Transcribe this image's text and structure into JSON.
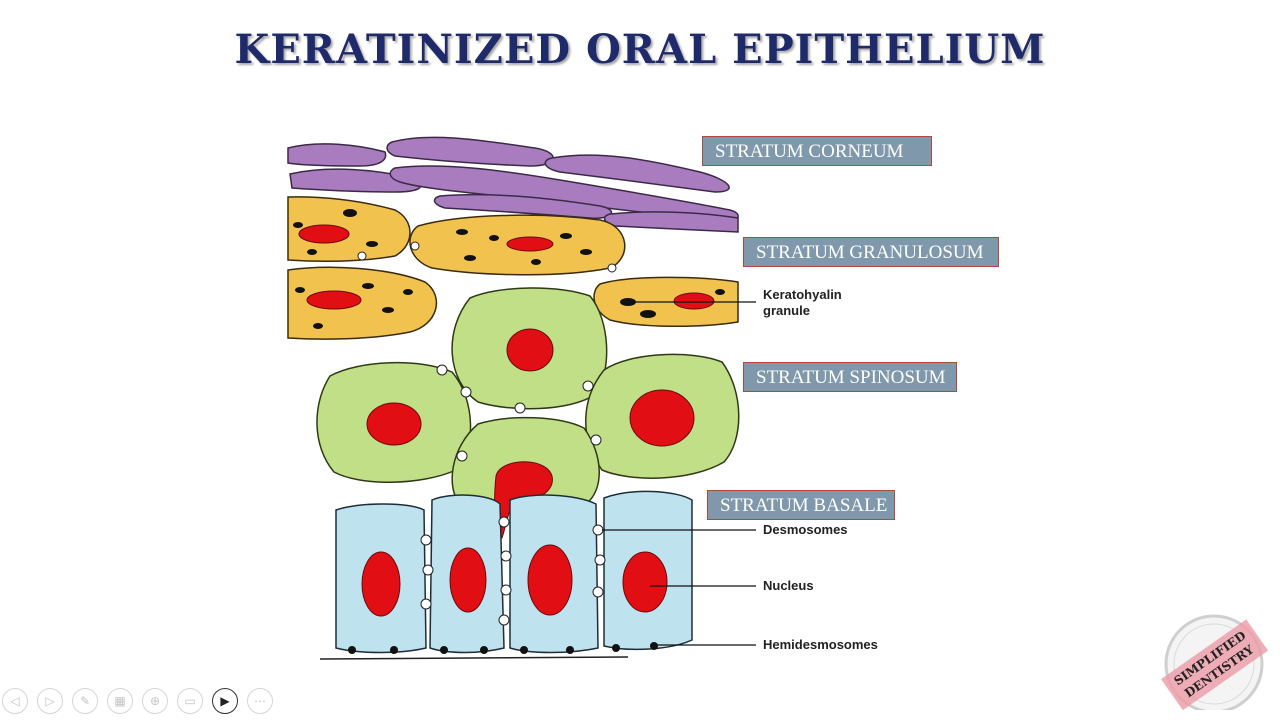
{
  "title": "KERATINIZED ORAL EPITHELIUM",
  "layers": {
    "corneum": "STRATUM CORNEUM",
    "granulosum": "STRATUM GRANULOSUM",
    "spinosum": "STRATUM SPINOSUM",
    "basale": "STRATUM BASALE"
  },
  "callouts": {
    "keratohyalin_line1": "Keratohyalin",
    "keratohyalin_line2": "granule",
    "desmosomes": "Desmosomes",
    "nucleus": "Nucleus",
    "hemidesmosomes": "Hemidesmosomes"
  },
  "logo": {
    "line1": "SIMPLIFIED",
    "line2": "DENTISTRY"
  },
  "controls": [
    {
      "icon": "previous-icon",
      "glyph": "◁"
    },
    {
      "icon": "next-icon",
      "glyph": "▷"
    },
    {
      "icon": "pen-icon",
      "glyph": "✎"
    },
    {
      "icon": "slides-grid-icon",
      "glyph": "▦"
    },
    {
      "icon": "zoom-icon",
      "glyph": "⊕"
    },
    {
      "icon": "subtitles-icon",
      "glyph": "▭"
    },
    {
      "icon": "camera-icon",
      "glyph": "▶"
    },
    {
      "icon": "more-icon",
      "glyph": "⋯"
    }
  ],
  "colors": {
    "title": "#1f2a6b",
    "label_bg": "#7f98ab",
    "corneum": "#a97cc0",
    "granulosum": "#f2c24f",
    "spinosum": "#c1df86",
    "basale": "#bfe2ef",
    "nucleus": "#e10f14"
  }
}
